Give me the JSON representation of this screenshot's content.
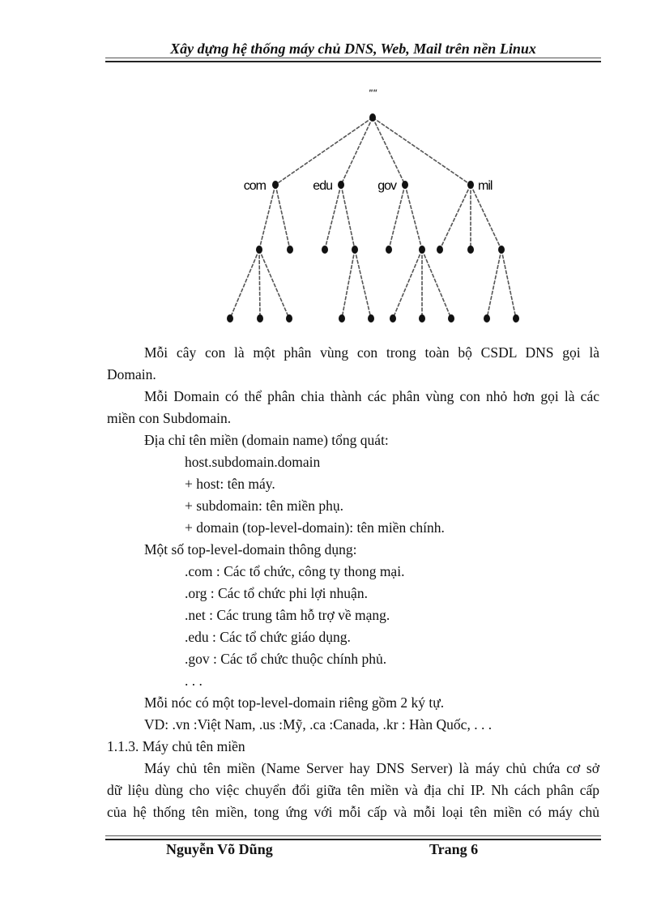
{
  "header": {
    "title": "Xây dựng hệ thống máy chủ DNS, Web, Mail trên nền Linux"
  },
  "figure": {
    "root_label": "\"\"",
    "level1_labels": [
      "com",
      "edu",
      "gov",
      "mil"
    ]
  },
  "body": {
    "lines": [
      "Mỗi cây con là một phân vùng con trong toàn bộ CSDL DNS gọi là",
      "Domain.",
      "Mỗi Domain có thể phân chia thành các phân vùng con nhỏ hơn gọi là các",
      "miền con Subdomain.",
      "Địa chỉ tên miền (domain name) tổng quát:",
      "host.subdomain.domain",
      "+ host: tên máy.",
      "+ subdomain: tên miền phụ.",
      "+ domain (top-level-domain):  tên miền chính.",
      "Một số top-level-domain thông dụng:",
      ".com : Các tổ chức, công ty thong   mại.",
      ".org : Các tổ chức phi lợi nhuận.",
      ".net : Các trung tâm hỗ trợ về mạng.",
      ".edu : Các tổ chức giáo dụng.",
      ".gov : Các tổ chức thuộc chính phủ.",
      ". . .",
      "Mỗi nóc   có một top-level-domain riêng gồm 2 ký tự.",
      "VD:  .vn :Việt Nam,  .us :Mỹ,  .ca :Canada,  .kr : Hàn Quốc, . . .",
      "1.1.3. Máy chủ tên miền",
      "Máy chủ tên miền (Name Server hay DNS Server) là máy chủ chứa cơ sở",
      "dữ liệu dùng cho việc chuyển đổi giữa tên miền và địa chỉ IP. Nh   cách phân cấp",
      "của hệ thống tên miền, tong   ứng với mỗi cấp và mỗi loại tên miền có máy chủ"
    ]
  },
  "footer": {
    "author": "Nguyễn Võ Dũng",
    "page": "Trang 6"
  }
}
